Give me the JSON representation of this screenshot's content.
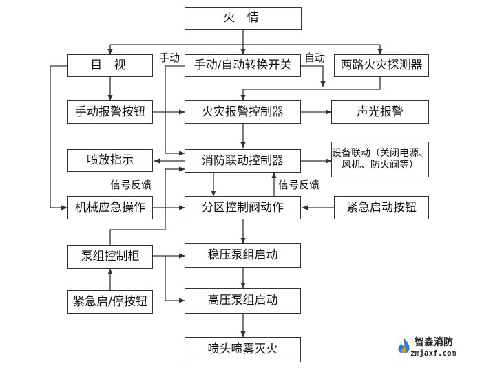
{
  "nodes": {
    "fire": "火  情",
    "visual": "目  视",
    "switch": "手动/自动转换开关",
    "detector": "两路火灾探测器",
    "manual_button": "手动报警按钮",
    "alarm_controller": "火灾报警控制器",
    "sound_light": "声光报警",
    "spray_indicator": "喷放指示",
    "linkage_controller": "消防联动控制器",
    "equipment_line1": "设备联动（关闭电源、",
    "equipment_line2": "风机、防火阀等）",
    "mechanical": "机械应急操作",
    "zone_valve": "分区控制阀动作",
    "emergency_button": "紧急启动按钮",
    "pump_cabinet": "泵组控制柜",
    "steady_pump": "稳压泵组启动",
    "emergency_start_stop": "紧急启/停按钮",
    "high_pump": "高压泵组启动",
    "nozzle": "喷头喷雾灭火"
  },
  "labels": {
    "manual": "手动",
    "auto": "自动",
    "feedback_left": "信号反馈",
    "feedback_right": "信号反馈"
  },
  "logo": {
    "brand": "智淼消防",
    "domain": "zmjaxf.com"
  },
  "colors": {
    "line": "#333333",
    "logo_blue": "#2a7fd4",
    "logo_orange": "#f08a1c"
  }
}
